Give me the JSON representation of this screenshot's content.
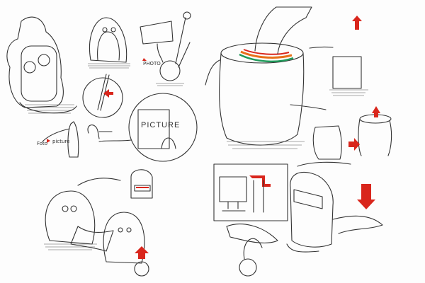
{
  "labels": {
    "photo": "PHOTO",
    "picture_card": "PICTURE",
    "foto": "Foto",
    "picture": "picture"
  },
  "colors": {
    "accent_red": "#d9261c",
    "ink": "#333333",
    "stripe_orange": "#e8701a",
    "stripe_green": "#1f9a5a"
  }
}
